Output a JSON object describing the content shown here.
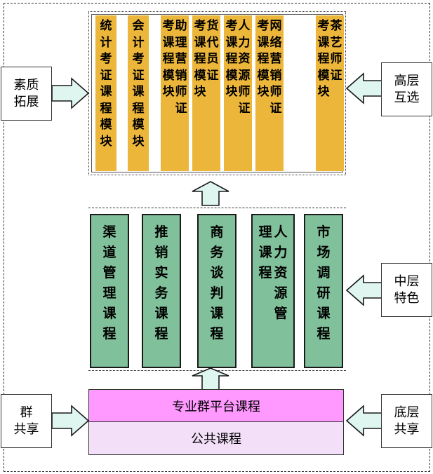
{
  "top_modules": [
    {
      "lines": [
        "统计考证课程模块"
      ]
    },
    {
      "lines": [
        "会计考证课程模块"
      ]
    },
    {
      "lines": [
        "助理营销师证",
        "考课程模块"
      ]
    },
    {
      "lines": [
        "货代员证",
        "考课程模块"
      ]
    },
    {
      "lines": [
        "人力资源师证",
        "考课程模块"
      ]
    },
    {
      "lines": [
        "网络营销师证",
        "考课程模块"
      ]
    },
    {
      "lines": [
        "茶艺师证",
        "考课程模块"
      ]
    }
  ],
  "middle_courses": [
    {
      "lines": [
        "渠道管理课程"
      ]
    },
    {
      "lines": [
        "推销实务课程"
      ]
    },
    {
      "lines": [
        "商务谈判课程"
      ]
    },
    {
      "lines": [
        "人力资源管",
        "理课程"
      ]
    },
    {
      "lines": [
        "市场调研课程"
      ]
    }
  ],
  "platform_course": "专业群平台课程",
  "public_course": "公共课程",
  "left_labels": {
    "top": "素质\n拓展",
    "bottom": "群\n共享"
  },
  "right_labels": {
    "top": "高层\n互选",
    "middle": "中层\n特色",
    "bottom": "底层\n共享"
  },
  "colors": {
    "module_fill": "#ecb63a",
    "course_fill": "#80c09a",
    "platform_fill": "#ff99ff",
    "public_fill": "#f3dff7",
    "arrow_fill": "#dff5f0"
  }
}
